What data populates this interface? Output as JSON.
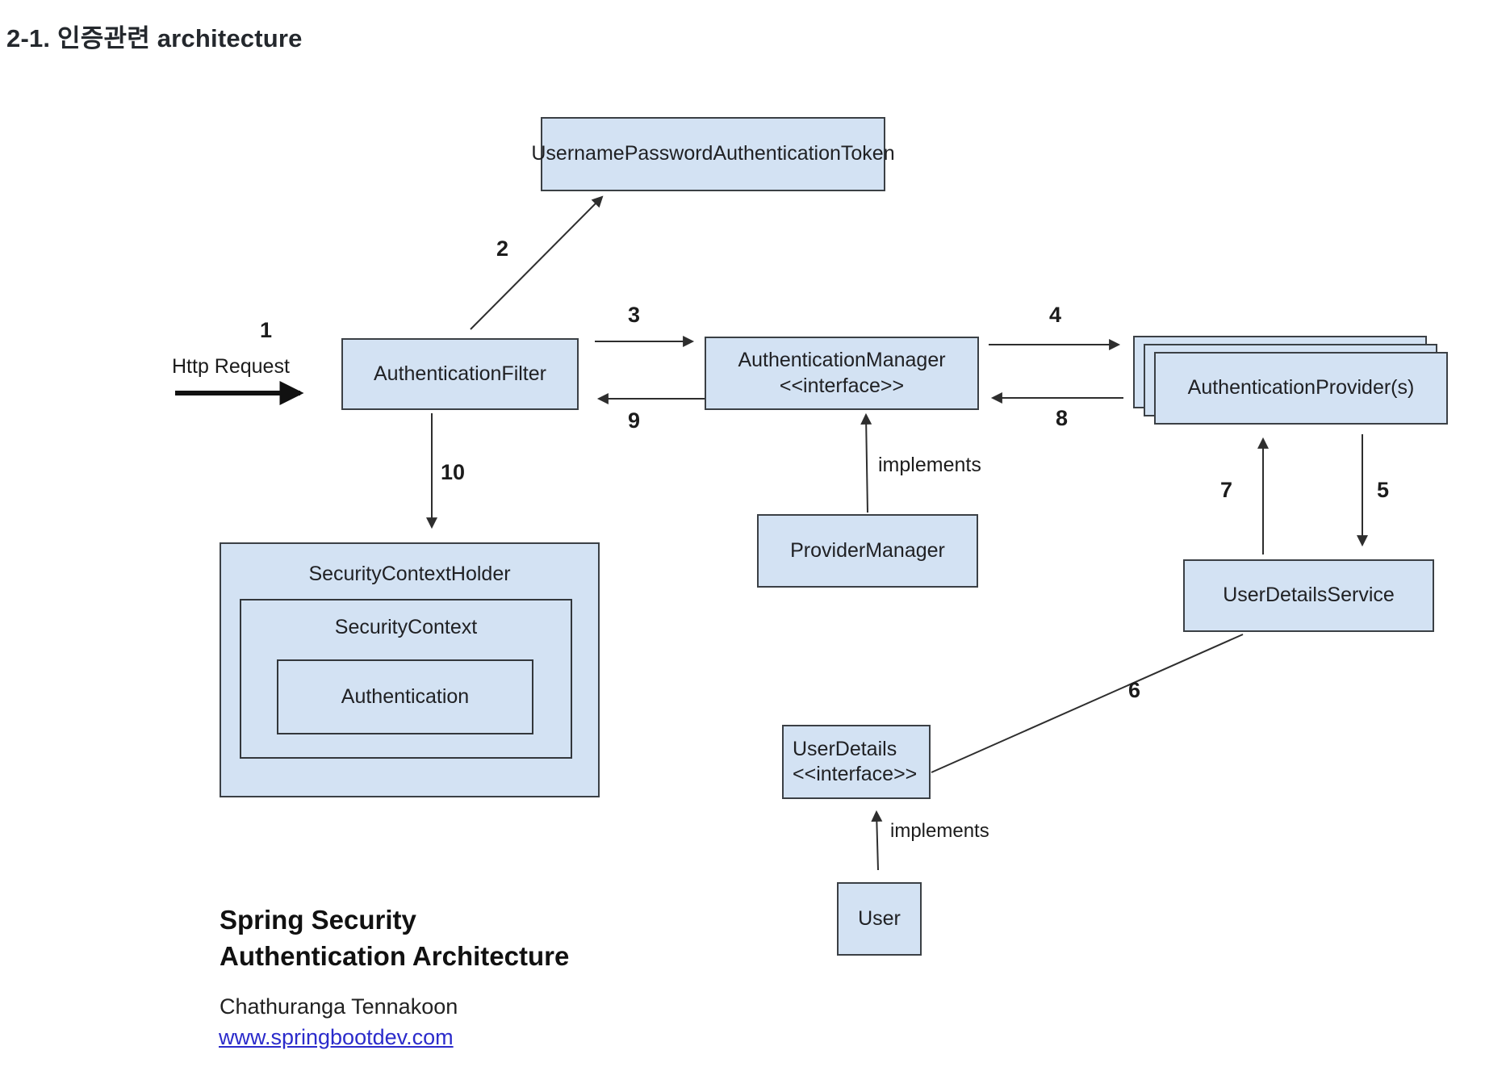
{
  "page": {
    "title": "2-1. 인증관련 architecture"
  },
  "diagram": {
    "boxes": {
      "token": "UsernamePasswordAuthenticationToken",
      "filter": "AuthenticationFilter",
      "manager_line1": "AuthenticationManager",
      "manager_line2": "<<interface>>",
      "provider": "AuthenticationProvider(s)",
      "provider_manager": "ProviderManager",
      "user_details_service": "UserDetailsService",
      "security_context_holder": "SecurityContextHolder",
      "security_context": "SecurityContext",
      "authentication": "Authentication",
      "user_details_line1": "UserDetails",
      "user_details_line2": "<<interface>>",
      "user": "User"
    },
    "labels": {
      "http_request": "Http Request",
      "implements_top": "implements",
      "implements_bottom": "implements"
    },
    "steps": {
      "s1": "1",
      "s2": "2",
      "s3": "3",
      "s4": "4",
      "s5": "5",
      "s6": "6",
      "s7": "7",
      "s8": "8",
      "s9": "9",
      "s10": "10"
    },
    "colors": {
      "box_fill": "#d3e2f3",
      "box_border": "#3b4045",
      "arrow": "#2e2e2e",
      "link_blue": "#2b2bcb"
    }
  },
  "footer": {
    "credit_line1": "Spring Security",
    "credit_line2": "Authentication Architecture",
    "author": "Chathuranga Tennakoon",
    "link": "www.springbootdev.com"
  }
}
